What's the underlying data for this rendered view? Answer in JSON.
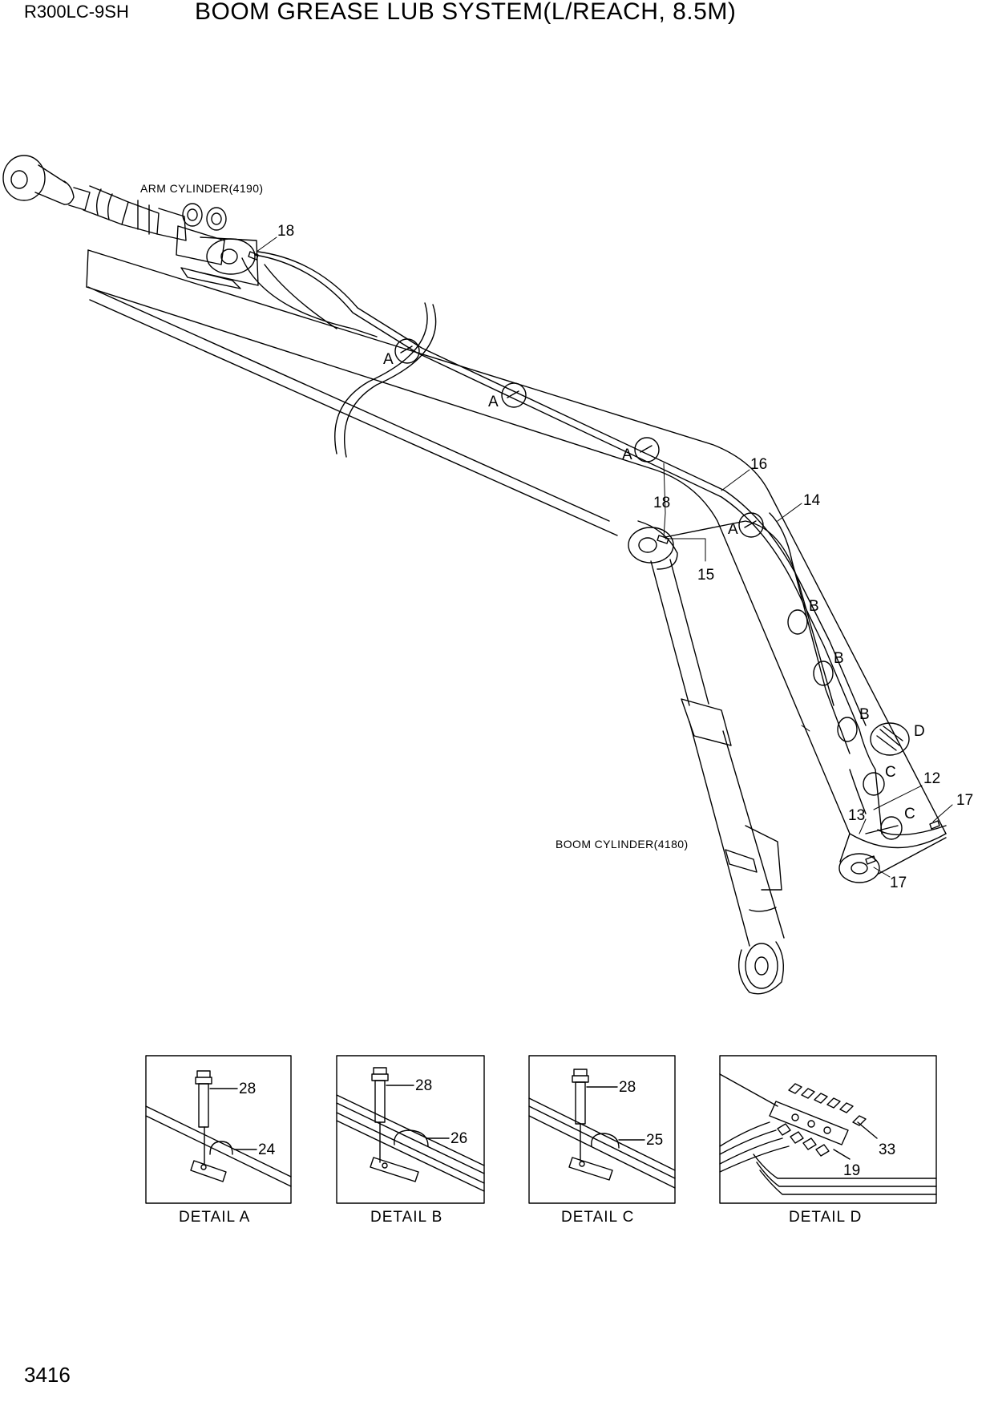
{
  "header": {
    "model": "R300LC-9SH",
    "title": "BOOM GREASE LUB SYSTEM(L/REACH, 8.5M)"
  },
  "footer": {
    "page_number": "3416"
  },
  "components": {
    "arm_cylinder": "ARM CYLINDER(4190)",
    "boom_cylinder": "BOOM CYLINDER(4180)"
  },
  "clamp_markers": {
    "a1": "A",
    "a2": "A",
    "a3": "A",
    "a4": "A",
    "b1": "B",
    "b2": "B",
    "b3": "B",
    "c1": "C",
    "c2": "C",
    "d": "D"
  },
  "callouts": {
    "p18_top": "18",
    "p16": "16",
    "p14": "14",
    "p18_mid": "18",
    "p15": "15",
    "p12": "12",
    "p17_right": "17",
    "p13": "13",
    "p17_bottom": "17"
  },
  "details": [
    {
      "caption": "DETAIL  A",
      "bolt": "28",
      "clamp": "24"
    },
    {
      "caption": "DETAIL  B",
      "bolt": "28",
      "clamp": "26"
    },
    {
      "caption": "DETAIL  C",
      "bolt": "28",
      "clamp": "25"
    },
    {
      "caption": "DETAIL  D",
      "fitting": "33",
      "hose": "19"
    }
  ]
}
